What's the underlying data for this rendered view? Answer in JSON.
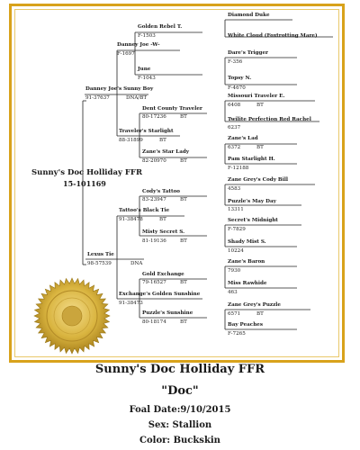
{
  "subject": {
    "name": "Sunny's Doc Holliday FFR",
    "reg": "15-101169"
  },
  "sire": {
    "name": "Danney Joe's Sunny Boy",
    "reg": "91-37637",
    "tag": "DNA/BT"
  },
  "dam": {
    "name": "Lexus Tie",
    "reg": "98-57539",
    "tag": "DNA"
  },
  "gen3": [
    {
      "name": "Danney Joe -W-",
      "reg": "F-1697"
    },
    {
      "name": "Traveler's Starlight",
      "reg": "88-31899",
      "tag": "BT"
    },
    {
      "name": "Tattoo's Black Tie",
      "reg": "91-38478",
      "tag": "BT"
    },
    {
      "name": "Exchange's Golden Sunshine",
      "reg": "91-38473"
    }
  ],
  "gen4": [
    {
      "name": "Golden Rebel T.",
      "reg": "F-1503"
    },
    {
      "name": "June",
      "reg": "F-1043"
    },
    {
      "name": "Dent County Traveler",
      "reg": "80-17236",
      "tag": "BT"
    },
    {
      "name": "Zane's Star Lady",
      "reg": "82-20970",
      "tag": "BT"
    },
    {
      "name": "Cody's Tattoo",
      "reg": "83-23947",
      "tag": "BT"
    },
    {
      "name": "Misty Secret S.",
      "reg": "81-19136",
      "tag": "BT"
    },
    {
      "name": "Gold Exchange",
      "reg": "79-16527",
      "tag": "BT"
    },
    {
      "name": "Puzzle's Sunshine",
      "reg": "80-18174",
      "tag": "BT"
    }
  ],
  "gen5": [
    {
      "name": "Diamond Duke",
      "reg": ""
    },
    {
      "name": "White Cloud (Foxtrotting Mare)",
      "reg": ""
    },
    {
      "name": "Dare's Trigger",
      "reg": "F-356"
    },
    {
      "name": "Topsy N.",
      "reg": "F-4670"
    },
    {
      "name": "Missouri Traveler E.",
      "reg": "6408",
      "tag": "BT"
    },
    {
      "name": "Twilite Perfection Red Rachel",
      "reg": "6237"
    },
    {
      "name": "Zane's Lad",
      "reg": "6372",
      "tag": "BT"
    },
    {
      "name": "Pam Starlight H.",
      "reg": "F-12188"
    },
    {
      "name": "Zane Grey's Cody Bill",
      "reg": "4583"
    },
    {
      "name": "Puzzle's May Day",
      "reg": "13311"
    },
    {
      "name": "Secret's Midnight",
      "reg": "F-7829"
    },
    {
      "name": "Shady Mist S.",
      "reg": "10224"
    },
    {
      "name": "Zane's Baron",
      "reg": "7930"
    },
    {
      "name": "Miss Rawhide",
      "reg": "463"
    },
    {
      "name": "Zane Grey's Puzzle",
      "reg": "6571",
      "tag": "BT"
    },
    {
      "name": "Bay Peaches",
      "reg": "F-7265"
    }
  ],
  "footer": {
    "title": "Sunny's Doc Holliday FFR",
    "nickname": "\"Doc\"",
    "foal_date": "Foal Date:9/10/2015",
    "sex": "Sex: Stallion",
    "color": "Color: Buckskin"
  },
  "colors": {
    "border": "#d8a21b",
    "seal": "#d9b43f"
  }
}
